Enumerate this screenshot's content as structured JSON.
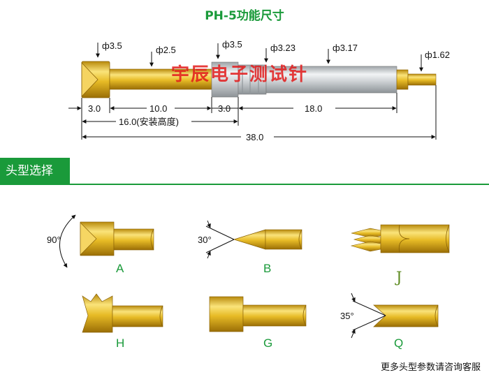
{
  "title": "PH-5功能尺寸",
  "watermark": "宇辰电子测试针",
  "section_header": "头型选择",
  "footer_note": "更多头型参数请咨询客服",
  "diameters": [
    "ф3.5",
    "ф2.5",
    "ф3.5",
    "ф3.23",
    "ф3.17",
    "ф1.62"
  ],
  "lengths": [
    "3.0",
    "10.0",
    "3.0",
    "18.0",
    "16.0(安装高度)",
    "38.0"
  ],
  "tips": {
    "A": {
      "letter": "A",
      "angle": "90°"
    },
    "B": {
      "letter": "B",
      "angle": "30°"
    },
    "J": {
      "letter": "J"
    },
    "H": {
      "letter": "H"
    },
    "G": {
      "letter": "G"
    },
    "Q": {
      "letter": "Q",
      "angle": "35°"
    }
  },
  "colors": {
    "accent_green": "#1a9a3a",
    "gold": "#e0b21c",
    "gold_light": "#fae37a",
    "gold_dark": "#a87a08",
    "silver": "#cfd3d6",
    "watermark_red": "#e31b1b"
  }
}
